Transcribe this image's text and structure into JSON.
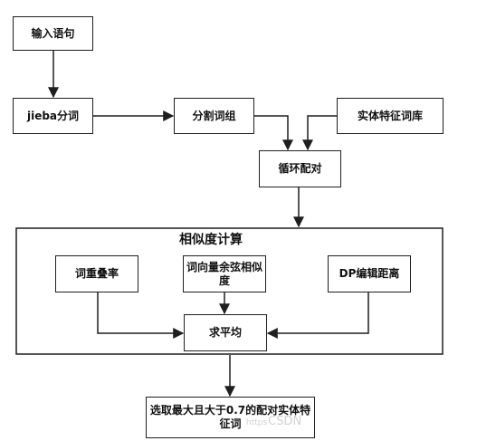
{
  "nodes": {
    "input_sentence": "输入语句",
    "jieba": "jieba分词",
    "split_words": "分割词组",
    "entity_lexicon": "实体特征词库",
    "loop_match": "循环配对",
    "term_overlap": "词重叠率",
    "cosine": "词向量余弦相似度",
    "dp_edit": "DP编辑距离",
    "average": "求平均",
    "select": "选取最大且大于0.7的配对实体特征词"
  },
  "container": {
    "title": "相似度计算"
  },
  "watermark": {
    "prefix": "https",
    "brand": "CSDN"
  },
  "colors": {
    "stroke": "#1f1f1f",
    "fill": "#ffffff",
    "text": "#111111"
  }
}
